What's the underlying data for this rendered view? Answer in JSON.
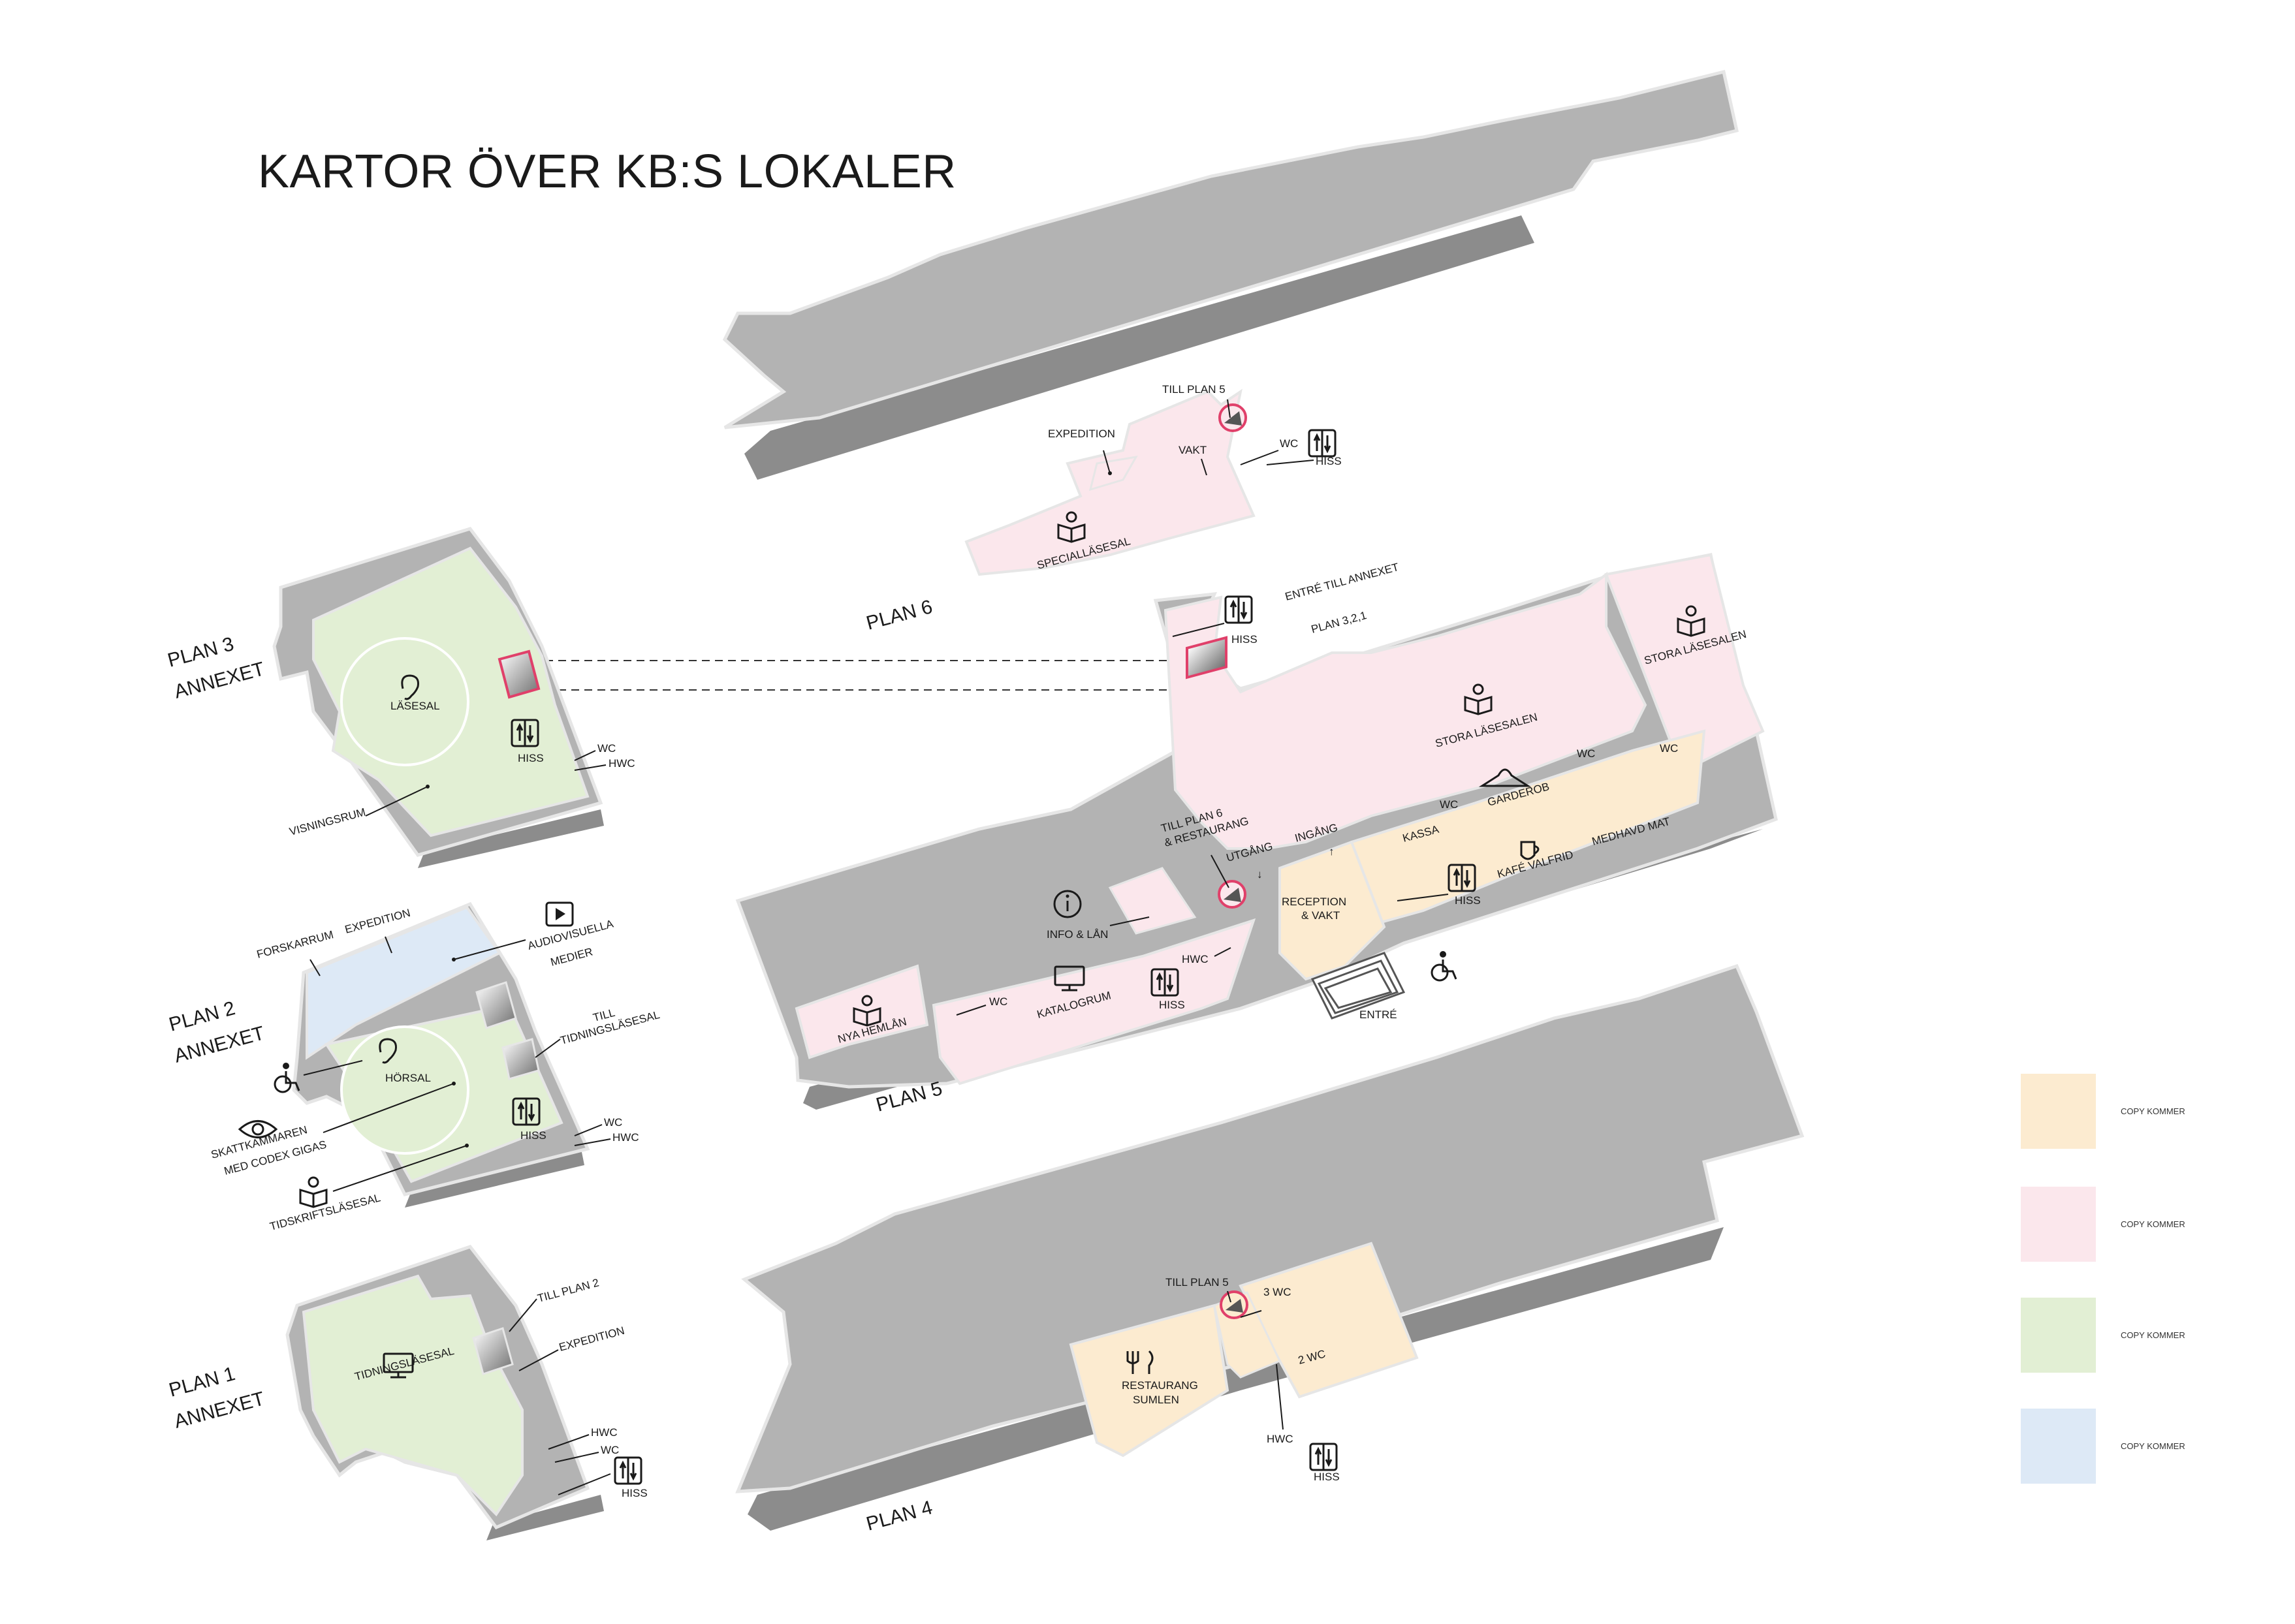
{
  "title": "KARTOR ÖVER KB:S LOKALER",
  "colors": {
    "building": "#b3b3b3",
    "building_side": "#8c8c8c",
    "outline": "#e6e6e6",
    "orange": "#fcebd0",
    "pink": "#fbe7ec",
    "green": "#e2efd4",
    "blue": "#dde9f6",
    "highlight": "#e0406a"
  },
  "legend": [
    {
      "color": "#fcebd0",
      "label": "COPY KOMMER"
    },
    {
      "color": "#fbe7ec",
      "label": "COPY KOMMER"
    },
    {
      "color": "#e2efd4",
      "label": "COPY KOMMER"
    },
    {
      "color": "#dde9f6",
      "label": "COPY KOMMER"
    }
  ],
  "plans": {
    "plan6": {
      "name": "PLAN 6",
      "labels": {
        "expedition": "EXPEDITION",
        "till_plan5": "TILL PLAN 5",
        "vakt": "VAKT",
        "wc": "WC",
        "hiss": "HISS",
        "speciallasesal": "SPECIALLÄSESAL"
      }
    },
    "plan5": {
      "name": "PLAN 5",
      "labels": {
        "hiss_top": "HISS",
        "entre_annexet_1": "ENTRÉ TILL ANNEXET",
        "entre_annexet_2": "PLAN 3,2,1",
        "stora_lasesalen_a": "STORA LÄSESALEN",
        "stora_lasesalen_b": "STORA LÄSESALEN",
        "wc_a": "WC",
        "wc_b": "WC",
        "wc_c": "WC",
        "wc_d": "WC",
        "garderob": "GARDEROB",
        "kassa": "KASSA",
        "kafe": "KAFÉ VALFRID",
        "medhavd": "MEDHAVD MAT",
        "till_plan6_1": "TILL PLAN 6",
        "till_plan6_2": "& RESTAURANG",
        "utgang": "UTGÅNG",
        "ingang": "INGÅNG",
        "reception_1": "RECEPTION",
        "reception_2": "& VAKT",
        "hiss_mid": "HISS",
        "info": "INFO & LÅN",
        "hwc": "HWC",
        "hiss_low": "HISS",
        "katalogrum": "KATALOGRUM",
        "nya_hemlan": "NYA HEMLÅN",
        "entre": "ENTRÉ"
      }
    },
    "plan4": {
      "name": "PLAN 4",
      "labels": {
        "till_plan5": "TILL PLAN 5",
        "wc3": "3 WC",
        "wc2": "2 WC",
        "restaurang_1": "RESTAURANG",
        "restaurang_2": "SUMLEN",
        "hwc": "HWC",
        "hiss": "HISS"
      }
    },
    "annex3": {
      "name_1": "PLAN 3",
      "name_2": "ANNEXET",
      "labels": {
        "lasesal": "LÄSESAL",
        "hiss": "HISS",
        "wc": "WC",
        "hwc": "HWC",
        "visningsrum": "VISNINGSRUM"
      }
    },
    "annex2": {
      "name_1": "PLAN 2",
      "name_2": "ANNEXET",
      "labels": {
        "forskarrum": "FORSKARRUM",
        "expedition": "EXPEDITION",
        "av_1": "AUDIOVISUELLA",
        "av_2": "MEDIER",
        "till_1": "TILL",
        "till_2": "TIDNINGSLÄSESAL",
        "horsal": "HÖRSAL",
        "hiss": "HISS",
        "wc": "WC",
        "hwc": "HWC",
        "skatt_1": "SKATTKAMMAREN",
        "skatt_2": "MED CODEX GIGAS",
        "tidskrift": "TIDSKRIFTSLÄSESAL"
      }
    },
    "annex1": {
      "name_1": "PLAN 1",
      "name_2": "ANNEXET",
      "labels": {
        "till_plan2": "TILL PLAN 2",
        "expedition": "EXPEDITION",
        "tidningslasesal": "TIDNINGSLÄSESAL",
        "hwc": "HWC",
        "wc": "WC",
        "hiss": "HISS"
      }
    }
  }
}
